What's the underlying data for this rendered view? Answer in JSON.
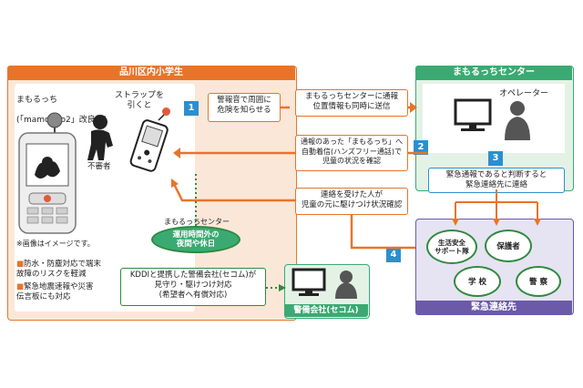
{
  "school_panel": {
    "title": "品川区内小学生",
    "device_name_line1": "まもるっち",
    "device_name_line2": "(「mamorino2」改良版)",
    "strap_label": "ストラップを\n引くと",
    "suspicious_label": "不審者",
    "image_note": "※画像はイメージです。",
    "features": [
      "防水・防塵対応で端末\n故障のリスクを軽減",
      "緊急地震速報や災害\n伝言板にも対応"
    ]
  },
  "center_panel": {
    "title": "まもるっちセンター",
    "operator_label": "オペレーター",
    "judge_text": "緊急通報であると判断すると\n緊急連絡先に連絡"
  },
  "emergency_panel": {
    "title": "緊急連絡先",
    "contacts": [
      "生活安全\nサポート隊",
      "保護者",
      "学 校",
      "警 察"
    ]
  },
  "security_panel": {
    "title": "警備会社(セコム)"
  },
  "steps": [
    {
      "num": "1",
      "text": "警報音で周囲に\n危険を知らせる"
    },
    {
      "num": "",
      "text": "まもるっちセンターに通報\n位置情報も同時に送信"
    },
    {
      "num": "2",
      "text": "通報のあった「まもるっち」へ\n自動着信(ハンズフリー通話)で\n児童の状況を確認"
    },
    {
      "num": "3",
      "text": ""
    },
    {
      "num": "4",
      "text": "連絡を受けた人が\n児童の元に駆けつけ状況確認"
    }
  ],
  "off_hours": {
    "top_label": "まもるっちセンター",
    "oval_text": "運用時間外の\n夜間や休日",
    "secom_text": "KDDIと提携した警備会社(セコム)が\n見守り・駆けつけ対応\n(希望者へ有償対応)"
  },
  "colors": {
    "orange": "#e8742a",
    "green": "#2f8a3e",
    "teal": "#3aaa72",
    "purple": "#6a5aa8",
    "blue": "#2b8fce",
    "peach_bg": "#fbe7d8",
    "green_bg": "#e4f2e6",
    "purple_bg": "#e6e3f2"
  }
}
